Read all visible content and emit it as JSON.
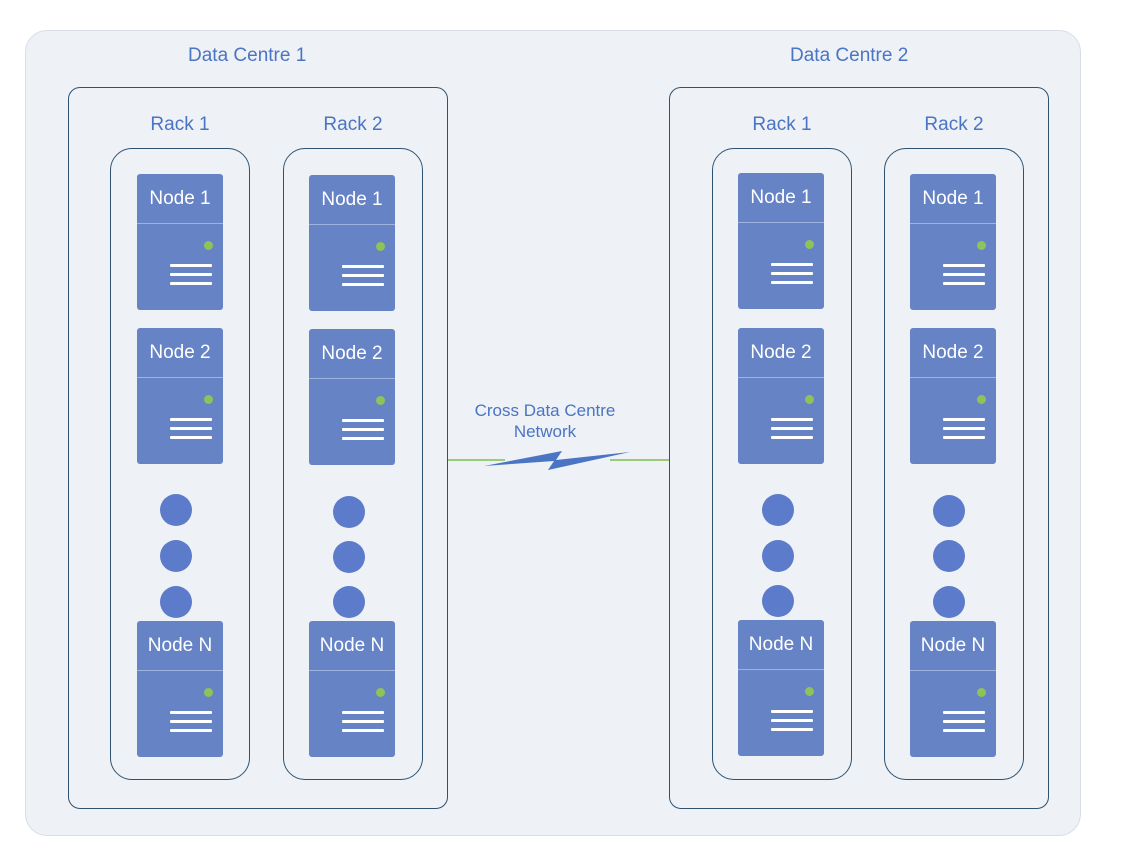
{
  "network": {
    "label_line1": "Cross Data Centre",
    "label_line2": "Network",
    "link_color": "#7fbf4d",
    "bolt_color": "#4a74c4"
  },
  "data_centres": [
    {
      "title": "Data Centre 1",
      "racks": [
        {
          "title": "Rack 1",
          "nodes": [
            "Node 1",
            "Node 2",
            "Node N"
          ]
        },
        {
          "title": "Rack 2",
          "nodes": [
            "Node 1",
            "Node 2",
            "Node N"
          ]
        }
      ]
    },
    {
      "title": "Data Centre 2",
      "racks": [
        {
          "title": "Rack 1",
          "nodes": [
            "Node 1",
            "Node 2",
            "Node N"
          ]
        },
        {
          "title": "Rack 2",
          "nodes": [
            "Node 1",
            "Node 2",
            "Node N"
          ]
        }
      ]
    }
  ],
  "colors": {
    "panel_bg": "#eef1f6",
    "border": "#2f5270",
    "node_fill": "#6683c6",
    "ellipsis_dot": "#5c7ccb",
    "status_led": "#8fc35a",
    "title_text": "#4a74c4"
  },
  "icons": {
    "status_led": "status-led-icon",
    "server_vents": "server-vent-lines-icon",
    "network_link": "lightning-bolt-icon"
  }
}
